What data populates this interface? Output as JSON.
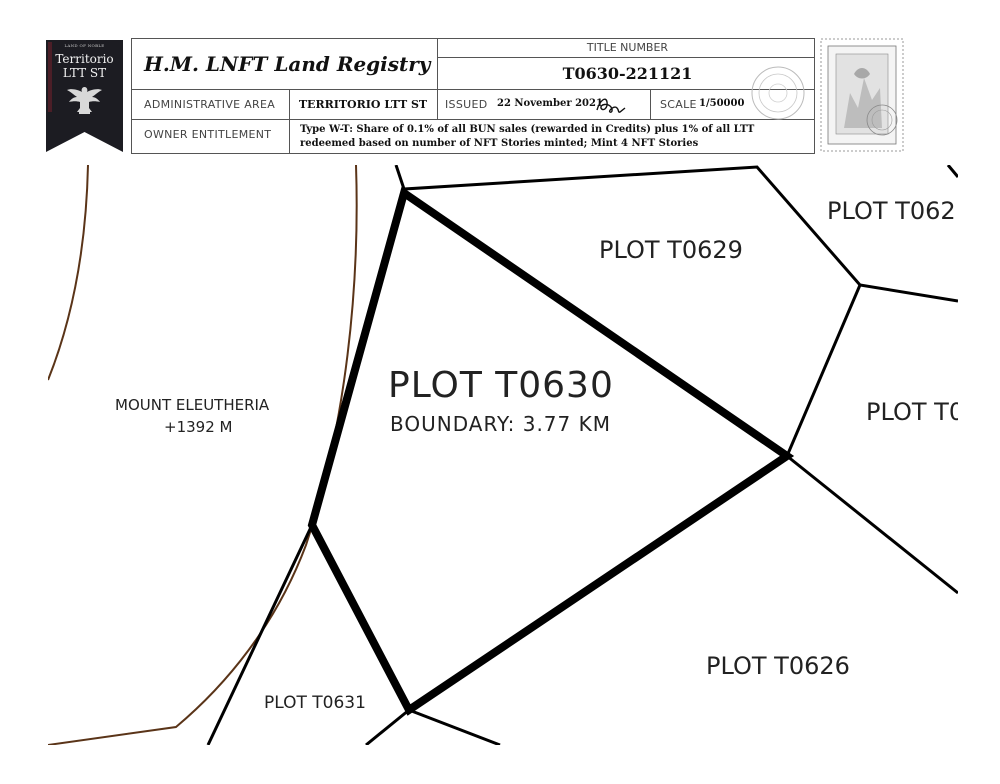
{
  "banner": {
    "small_text": "LAND OF NOBLE",
    "line1": "Territorio",
    "line2": "LTT ST",
    "emblem": "eagle-crest-icon",
    "color": "#1c1c22"
  },
  "title_block": {
    "registry_name": "H.M. LNFT Land Registry",
    "title_number_label": "TITLE NUMBER",
    "title_number": "T0630-221121",
    "admin_area_label": "ADMINISTRATIVE AREA",
    "admin_area_value": "TERRITORIO LTT ST",
    "issued_label": "ISSUED",
    "issued_value": "22 November 2021",
    "scale_label": "SCALE",
    "scale_value": "1/50000",
    "owner_label": "OWNER ENTITLEMENT",
    "owner_value": "Type W-T: Share of 0.1% of all BUN sales (rewarded in Credits) plus 1% of all LTT redeemed based on number of NFT Stories minted; Mint 4 NFT Stories"
  },
  "stamp": {
    "icon": "postage-stamp-icon",
    "seal": "seal-of-his-majesty-icon"
  },
  "map": {
    "main_plot_label": "PLOT T0630",
    "boundary_label": "BOUNDARY: 3.77 KM",
    "mountain_name": "MOUNT ELEUTHERIA",
    "mountain_elevation": "+1392 M",
    "neighbors": {
      "t0629": "PLOT T0629",
      "t0626": "PLOT T0626",
      "t0631": "PLOT T0631",
      "top_right": "PLOT T062",
      "right": "PLOT T0"
    },
    "colors": {
      "boundary": "#000000",
      "contour": "#5a3418"
    }
  }
}
